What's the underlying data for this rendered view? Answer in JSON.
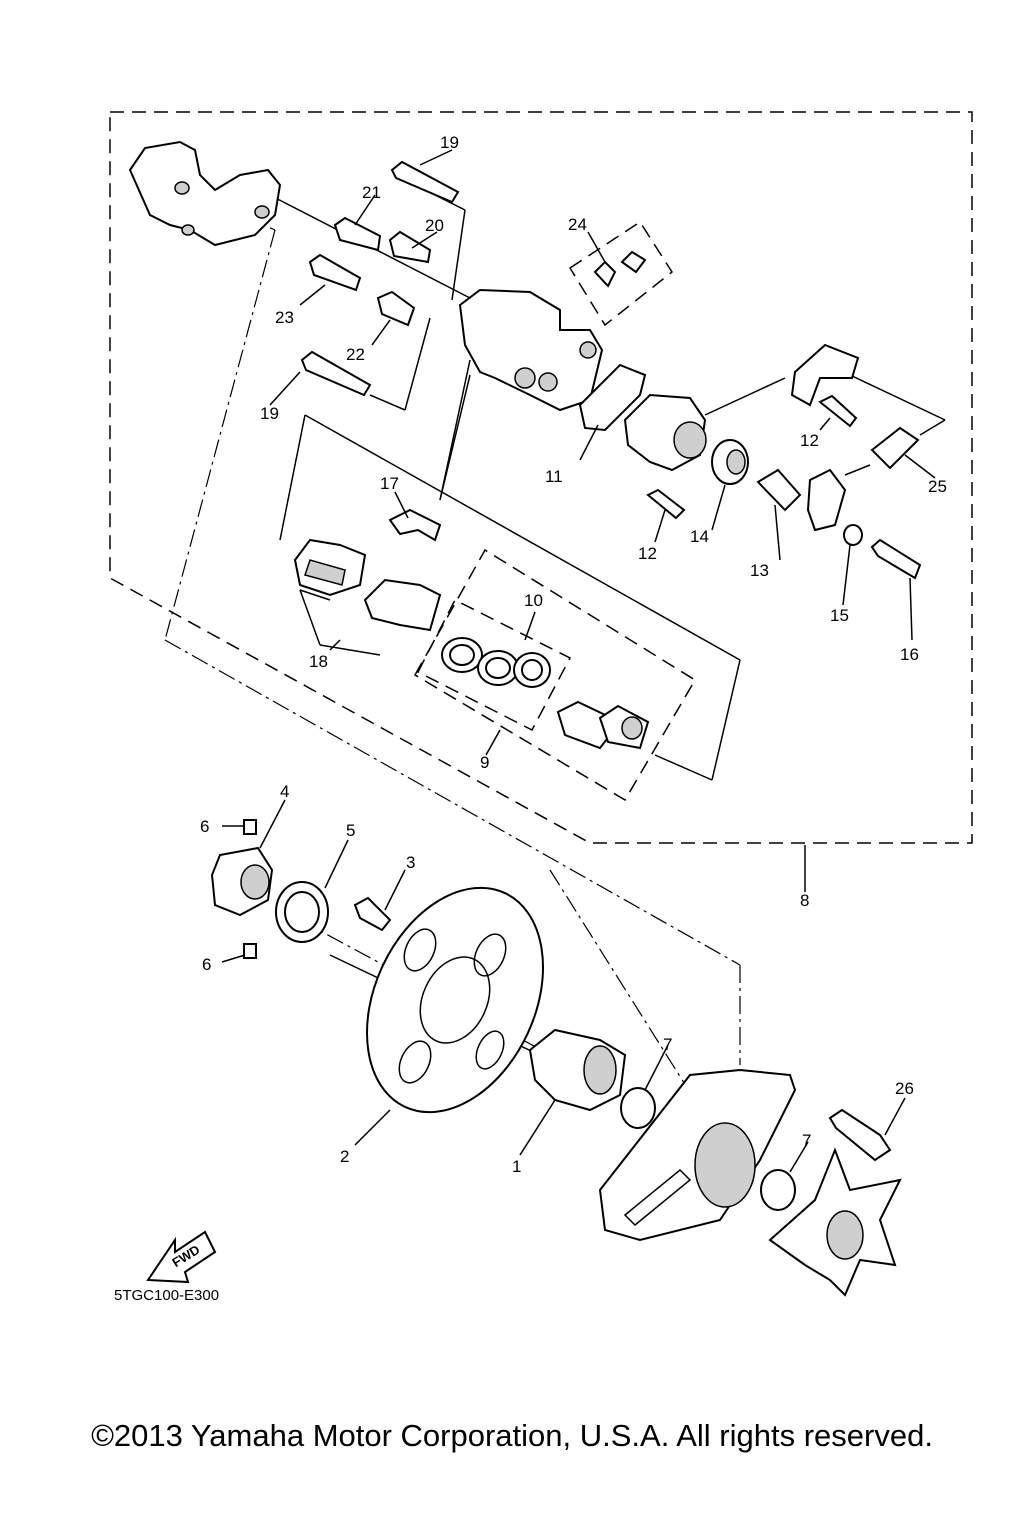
{
  "diagram_code": "5TGC100-E300",
  "fwd_label": "FWD",
  "copyright": "©2013 Yamaha Motor Corporation, U.S.A. All rights reserved.",
  "callouts": [
    {
      "id": "c1",
      "text": "1"
    },
    {
      "id": "c2",
      "text": "2"
    },
    {
      "id": "c3",
      "text": "3"
    },
    {
      "id": "c4",
      "text": "4"
    },
    {
      "id": "c5",
      "text": "5"
    },
    {
      "id": "c6a",
      "text": "6"
    },
    {
      "id": "c6b",
      "text": "6"
    },
    {
      "id": "c7a",
      "text": "7"
    },
    {
      "id": "c7b",
      "text": "7"
    },
    {
      "id": "c8",
      "text": "8"
    },
    {
      "id": "c9",
      "text": "9"
    },
    {
      "id": "c10",
      "text": "10"
    },
    {
      "id": "c11",
      "text": "11"
    },
    {
      "id": "c12a",
      "text": "12"
    },
    {
      "id": "c12b",
      "text": "12"
    },
    {
      "id": "c13",
      "text": "13"
    },
    {
      "id": "c14",
      "text": "14"
    },
    {
      "id": "c15",
      "text": "15"
    },
    {
      "id": "c16",
      "text": "16"
    },
    {
      "id": "c17",
      "text": "17"
    },
    {
      "id": "c18",
      "text": "18"
    },
    {
      "id": "c19a",
      "text": "19"
    },
    {
      "id": "c19b",
      "text": "19"
    },
    {
      "id": "c20",
      "text": "20"
    },
    {
      "id": "c21",
      "text": "21"
    },
    {
      "id": "c22",
      "text": "22"
    },
    {
      "id": "c23",
      "text": "23"
    },
    {
      "id": "c24",
      "text": "24"
    },
    {
      "id": "c25",
      "text": "25"
    },
    {
      "id": "c26",
      "text": "26"
    }
  ]
}
